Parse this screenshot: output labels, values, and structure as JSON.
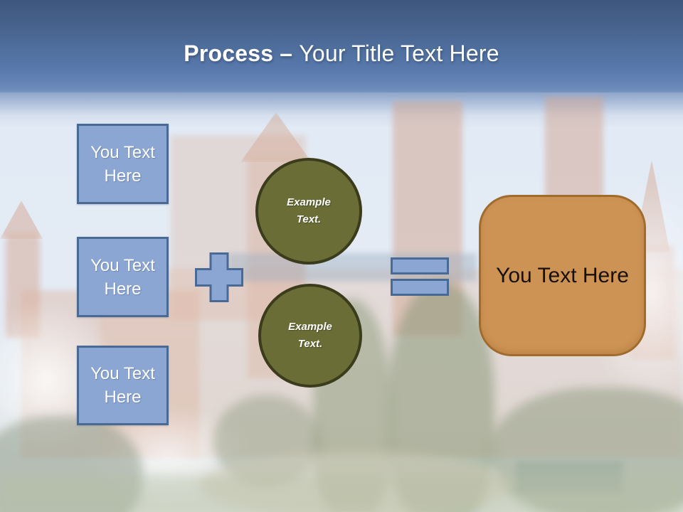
{
  "slide": {
    "title": {
      "emphasis": "Process",
      "separator": "–",
      "text": "Your Title Text Here"
    },
    "diagram": {
      "input_boxes": [
        {
          "label": "You Text Here"
        },
        {
          "label": "You Text Here"
        },
        {
          "label": "You Text Here"
        }
      ],
      "operators": {
        "plus": "+",
        "equals": "="
      },
      "example_circles": [
        {
          "label": "Example Text."
        },
        {
          "label": "Example Text."
        }
      ],
      "result_box": {
        "label": "You Text Here"
      }
    },
    "colors": {
      "title_text": "#FFFFFF",
      "shape_blue": "#8CA6D4",
      "shape_blue_border": "#4A6A96",
      "circle_fill": "#6A6E36",
      "circle_border": "#3A3C1C",
      "result_fill": "#CD9354",
      "result_border": "#A06C2E",
      "result_text": "#161006",
      "header_top": "#3E577D",
      "header_bottom": "#6E8CBA"
    }
  }
}
